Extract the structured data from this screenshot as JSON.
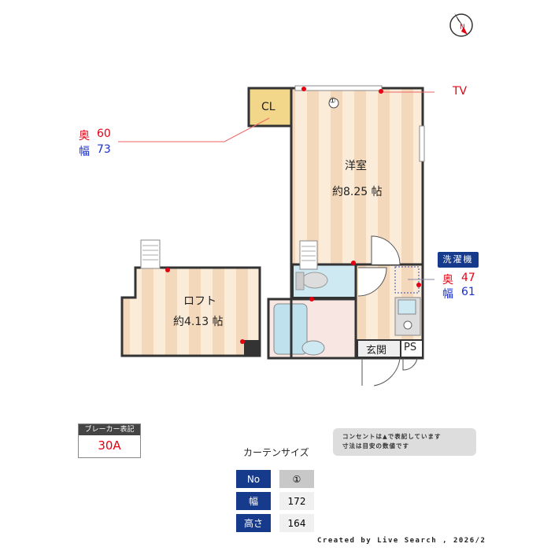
{
  "compass": {
    "north_label": "N"
  },
  "rooms": {
    "western": {
      "name": "洋室",
      "size": "約8.25 帖"
    },
    "loft": {
      "name": "ロフト",
      "size": "約4.13 帖"
    },
    "closet": "CL",
    "entrance": "玄関",
    "ps": "PS",
    "curtain_marker": "①"
  },
  "tv_label": "TV",
  "fridge_space": {
    "depth_label": "奥",
    "depth": "60",
    "width_label": "幅",
    "width": "73"
  },
  "washer_space": {
    "title": "洗濯機",
    "depth_label": "奥",
    "depth": "47",
    "width_label": "幅",
    "width": "61"
  },
  "breaker": {
    "title": "ブレーカー表記",
    "value": "30A"
  },
  "note": {
    "line1": "コンセントは▲で表記しています",
    "line2": "寸法は目安の数値です"
  },
  "curtain": {
    "title": "カーテンサイズ",
    "rows": [
      {
        "label": "No",
        "value": "①"
      },
      {
        "label": "幅",
        "value": "172"
      },
      {
        "label": "高さ",
        "value": "164"
      }
    ]
  },
  "footer": "Created by Live Search , 2026/2",
  "colors": {
    "navy": "#163a8c",
    "outlet": "#e60012",
    "closet": "#f2d78a",
    "wet": "#cfe9f3"
  }
}
